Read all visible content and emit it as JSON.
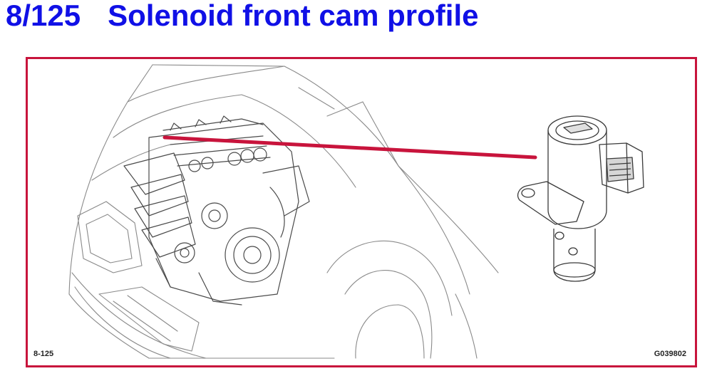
{
  "header": {
    "number": "8/125",
    "title": "Solenoid front cam profile"
  },
  "figure": {
    "ref_left": "8-125",
    "ref_right": "G039802",
    "callout_color": "#c8143c",
    "title_color": "#1010e6",
    "icons": [
      "car-engine-illustration",
      "solenoid-illustration"
    ]
  }
}
